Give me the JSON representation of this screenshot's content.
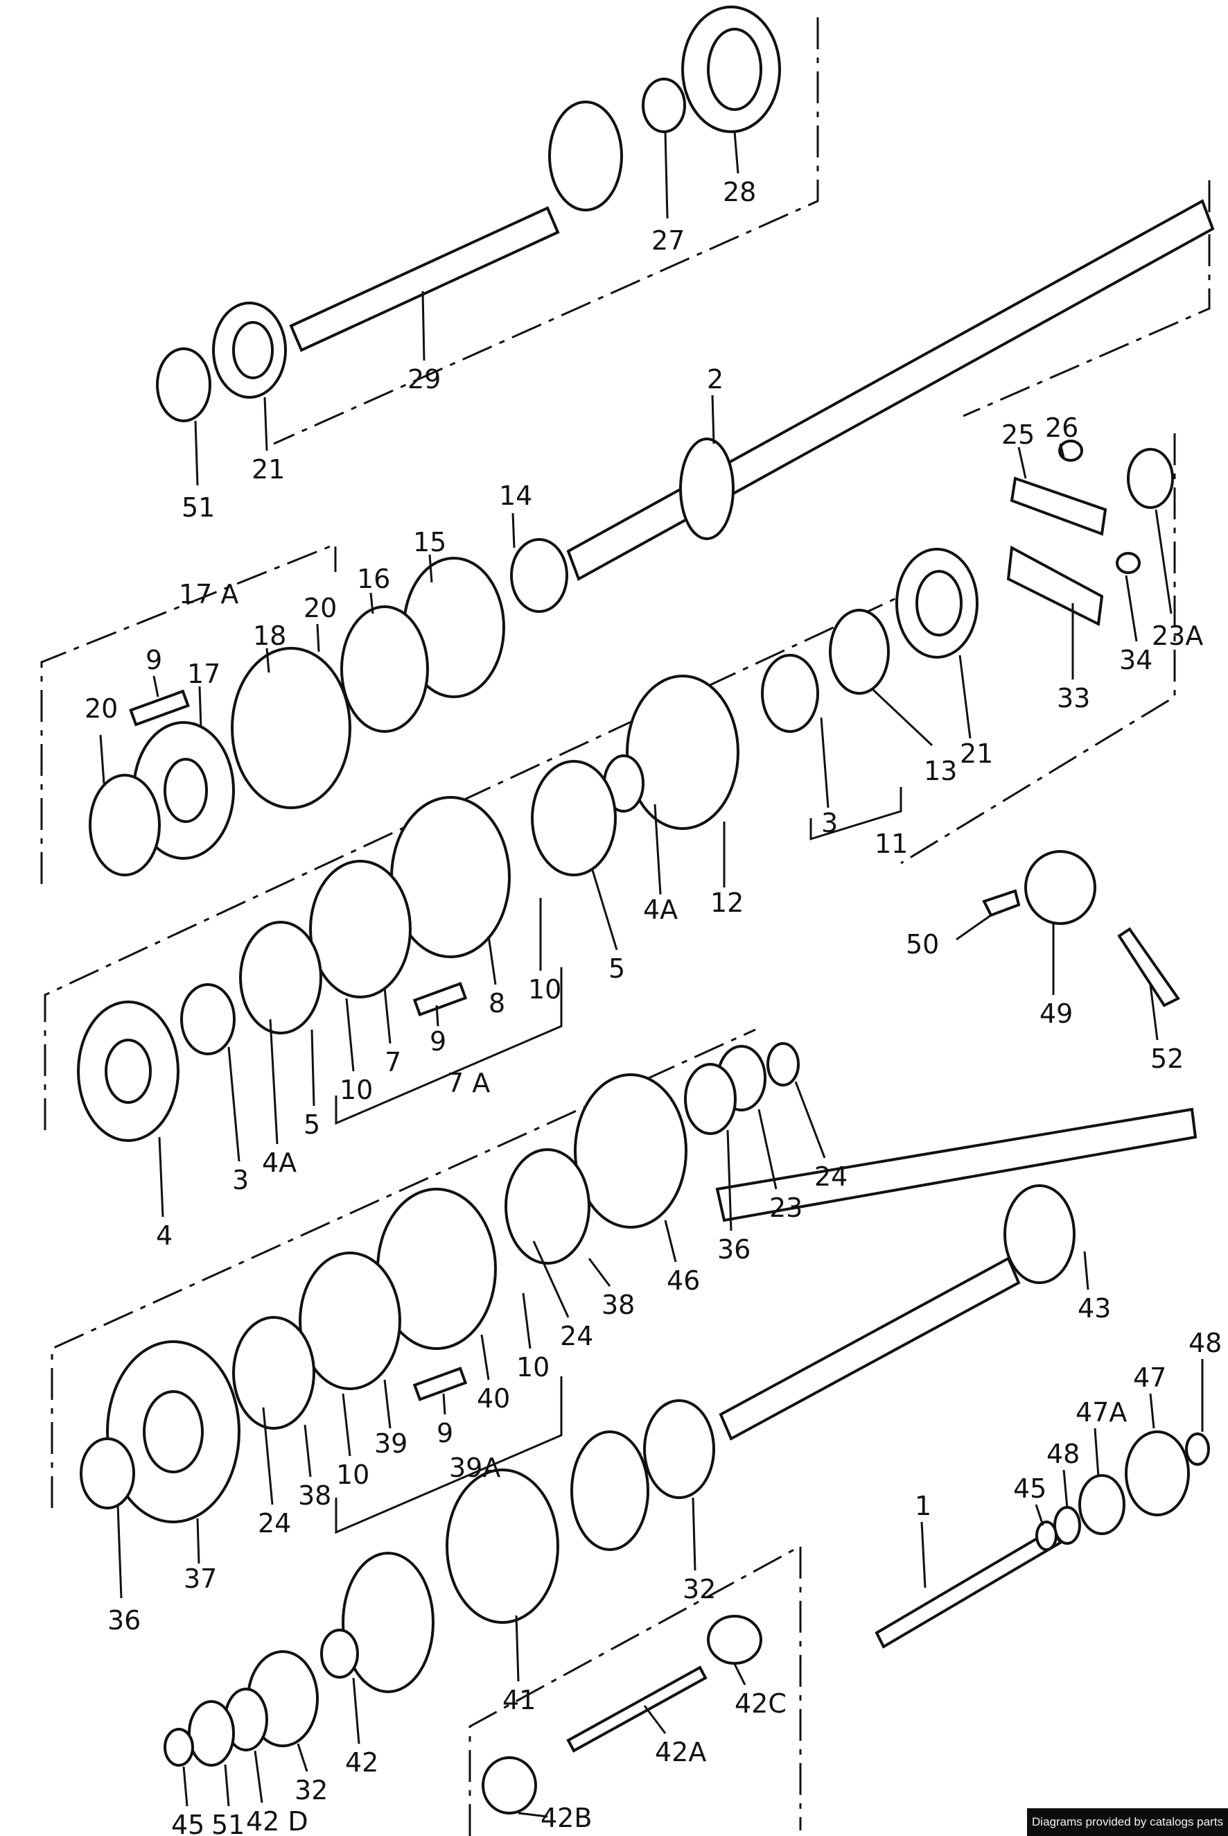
{
  "credit": "Diagrams provided by catalogs parts",
  "callouts": [
    {
      "id": "c28",
      "text": "28"
    },
    {
      "id": "c27",
      "text": "27"
    },
    {
      "id": "c29",
      "text": "29"
    },
    {
      "id": "c21a",
      "text": "21"
    },
    {
      "id": "c51a",
      "text": "51"
    },
    {
      "id": "c2",
      "text": "2"
    },
    {
      "id": "c14",
      "text": "14"
    },
    {
      "id": "c15",
      "text": "15"
    },
    {
      "id": "c16",
      "text": "16"
    },
    {
      "id": "c17A",
      "text": "17 A"
    },
    {
      "id": "c20a",
      "text": "20"
    },
    {
      "id": "c18",
      "text": "18"
    },
    {
      "id": "c9a",
      "text": "9"
    },
    {
      "id": "c17",
      "text": "17"
    },
    {
      "id": "c20b",
      "text": "20"
    },
    {
      "id": "c25",
      "text": "25"
    },
    {
      "id": "c26",
      "text": "26"
    },
    {
      "id": "c23A",
      "text": "23A"
    },
    {
      "id": "c34",
      "text": "34"
    },
    {
      "id": "c33",
      "text": "33"
    },
    {
      "id": "c21b",
      "text": "21"
    },
    {
      "id": "c13",
      "text": "13"
    },
    {
      "id": "c3a",
      "text": "3"
    },
    {
      "id": "c11",
      "text": "11"
    },
    {
      "id": "c12",
      "text": "12"
    },
    {
      "id": "c4Aa",
      "text": "4A"
    },
    {
      "id": "c5a",
      "text": "5"
    },
    {
      "id": "c10a",
      "text": "10"
    },
    {
      "id": "c8",
      "text": "8"
    },
    {
      "id": "c9b",
      "text": "9"
    },
    {
      "id": "c7",
      "text": "7"
    },
    {
      "id": "c10b",
      "text": "10"
    },
    {
      "id": "c7A",
      "text": "7 A"
    },
    {
      "id": "c5b",
      "text": "5"
    },
    {
      "id": "c4Ab",
      "text": "4A"
    },
    {
      "id": "c3b",
      "text": "3"
    },
    {
      "id": "c4",
      "text": "4"
    },
    {
      "id": "c50",
      "text": "50"
    },
    {
      "id": "c49",
      "text": "49"
    },
    {
      "id": "c52",
      "text": "52"
    },
    {
      "id": "c24a",
      "text": "24"
    },
    {
      "id": "c23",
      "text": "23"
    },
    {
      "id": "c36a",
      "text": "36"
    },
    {
      "id": "c46",
      "text": "46"
    },
    {
      "id": "c38a",
      "text": "38"
    },
    {
      "id": "c24b",
      "text": "24"
    },
    {
      "id": "c43",
      "text": "43"
    },
    {
      "id": "c10c",
      "text": "10"
    },
    {
      "id": "c40",
      "text": "40"
    },
    {
      "id": "c9c",
      "text": "9"
    },
    {
      "id": "c39",
      "text": "39"
    },
    {
      "id": "c10d",
      "text": "10"
    },
    {
      "id": "c39A",
      "text": "39A"
    },
    {
      "id": "c38b",
      "text": "38"
    },
    {
      "id": "c24c",
      "text": "24"
    },
    {
      "id": "c37",
      "text": "37"
    },
    {
      "id": "c36b",
      "text": "36"
    },
    {
      "id": "c48a",
      "text": "48"
    },
    {
      "id": "c47",
      "text": "47"
    },
    {
      "id": "c47A",
      "text": "47A"
    },
    {
      "id": "c48b",
      "text": "48"
    },
    {
      "id": "c45a",
      "text": "45"
    },
    {
      "id": "c1",
      "text": "1"
    },
    {
      "id": "c32a",
      "text": "32"
    },
    {
      "id": "c41",
      "text": "41"
    },
    {
      "id": "c42C",
      "text": "42C"
    },
    {
      "id": "c42A",
      "text": "42A"
    },
    {
      "id": "c42",
      "text": "42"
    },
    {
      "id": "c32b",
      "text": "32"
    },
    {
      "id": "c42D",
      "text": "42 D"
    },
    {
      "id": "c51b",
      "text": "51"
    },
    {
      "id": "c45b",
      "text": "45"
    },
    {
      "id": "c42B",
      "text": "42B"
    }
  ]
}
